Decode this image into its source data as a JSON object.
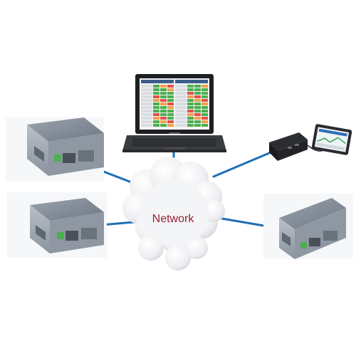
{
  "diagram": {
    "center_label": "Network",
    "nodes": [
      {
        "name": "monitoring-laptop",
        "kind": "laptop",
        "brand": "SAMSUNG"
      },
      {
        "name": "device-top-left",
        "kind": "rugged-box"
      },
      {
        "name": "device-bottom-left",
        "kind": "rugged-box"
      },
      {
        "name": "device-bottom-right",
        "kind": "rugged-box"
      },
      {
        "name": "analyzer-with-tablet",
        "kind": "analyzer"
      }
    ],
    "colors": {
      "link": "#1f6fb5",
      "label": "#9a1f2e",
      "cloud": "#e6e7ea",
      "device_body": "#7c8591",
      "status_green": "#4caf50",
      "status_orange": "#f0a04b",
      "status_red": "#e0524b"
    }
  }
}
